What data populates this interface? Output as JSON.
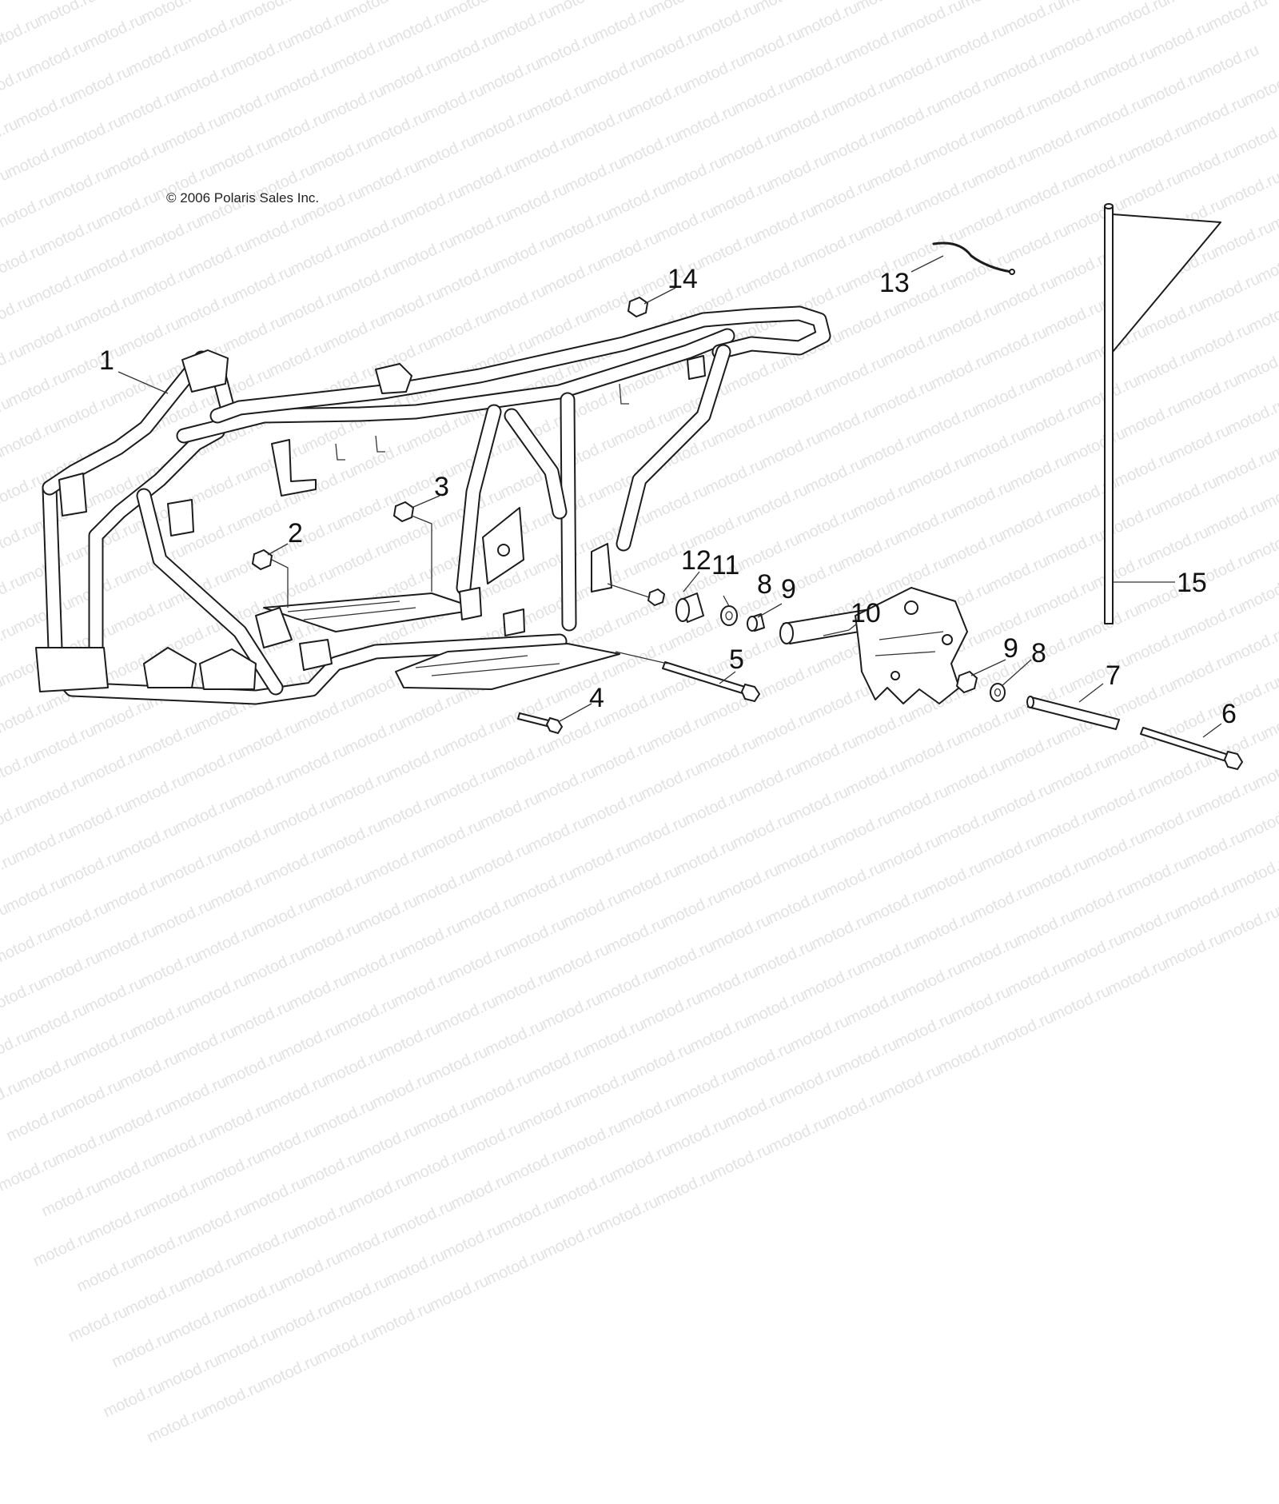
{
  "watermark": "motod.ru",
  "copyright": "© 2006 Polaris Sales Inc.",
  "parts": [
    {
      "id": "frame-assembly",
      "number": "1"
    },
    {
      "id": "nut-left",
      "number": "2"
    },
    {
      "id": "nut-center",
      "number": "3"
    },
    {
      "id": "bolt-lower",
      "number": "4"
    },
    {
      "id": "bolt-long",
      "number": "5"
    },
    {
      "id": "bolt-rear",
      "number": "6"
    },
    {
      "id": "sleeve",
      "number": "7"
    },
    {
      "id": "washer-a",
      "number": "8"
    },
    {
      "id": "washer-b",
      "number": "8"
    },
    {
      "id": "bushing-a",
      "number": "9"
    },
    {
      "id": "bushing-b",
      "number": "9"
    },
    {
      "id": "pivot-bracket",
      "number": "10"
    },
    {
      "id": "spacer",
      "number": "11"
    },
    {
      "id": "nut-small",
      "number": "12"
    },
    {
      "id": "cable-tie",
      "number": "13"
    },
    {
      "id": "nut-top",
      "number": "14"
    },
    {
      "id": "safety-flag",
      "number": "15"
    }
  ]
}
